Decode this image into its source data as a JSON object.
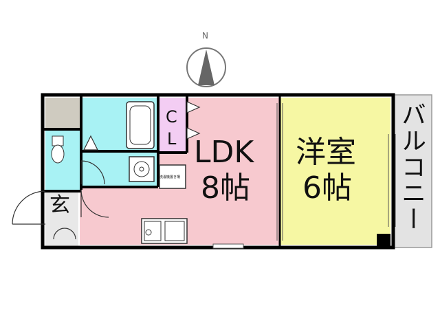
{
  "compass": {
    "north_label": "N"
  },
  "rooms": {
    "ldk": {
      "name": "LDK",
      "size": "8帖"
    },
    "western": {
      "name": "洋室",
      "size": "6帖"
    },
    "closet": {
      "line1": "C",
      "line2": "L"
    },
    "entrance": {
      "label": "玄"
    },
    "balcony": {
      "label": "バルコニー"
    },
    "washer": {
      "label": "洗濯機置き場"
    }
  },
  "colors": {
    "ldk": "#f7c9cf",
    "western": "#f6f7a3",
    "closet": "#f3cdf3",
    "bath": "#a8f2f4",
    "storage": "#cfcbc0",
    "balcony": "#e3e3e3",
    "wall": "#000000"
  }
}
